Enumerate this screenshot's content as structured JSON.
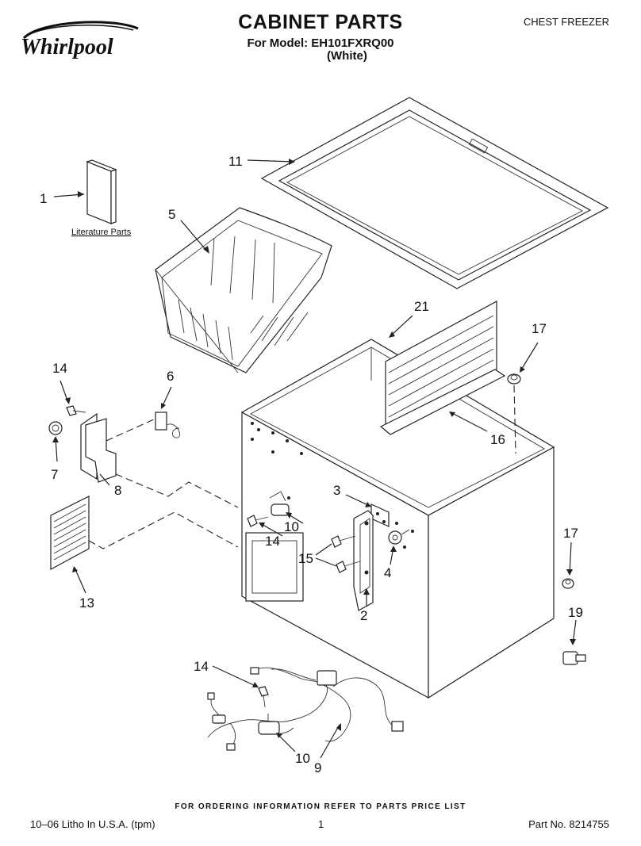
{
  "header": {
    "brand": "Whirlpool",
    "title": "CABINET PARTS",
    "model_line": "For Model: EH101FXRQ00",
    "color_line": "(White)",
    "category": "CHEST FREEZER"
  },
  "diagram": {
    "literature_label": "Literature Parts",
    "callouts": {
      "c1": "1",
      "c2": "2",
      "c3": "3",
      "c4": "4",
      "c5": "5",
      "c6": "6",
      "c7": "7",
      "c8": "8",
      "c9": "9",
      "c10a": "10",
      "c10b": "10",
      "c11": "11",
      "c13": "13",
      "c14a": "14",
      "c14b": "14",
      "c14c": "14",
      "c15": "15",
      "c16": "16",
      "c17a": "17",
      "c17b": "17",
      "c19": "19",
      "c21": "21"
    }
  },
  "footer": {
    "order_info": "FOR ORDERING INFORMATION REFER TO PARTS PRICE LIST",
    "litho": "10–06 Litho In U.S.A. (tpm)",
    "page": "1",
    "part_no": "Part No. 8214755"
  }
}
